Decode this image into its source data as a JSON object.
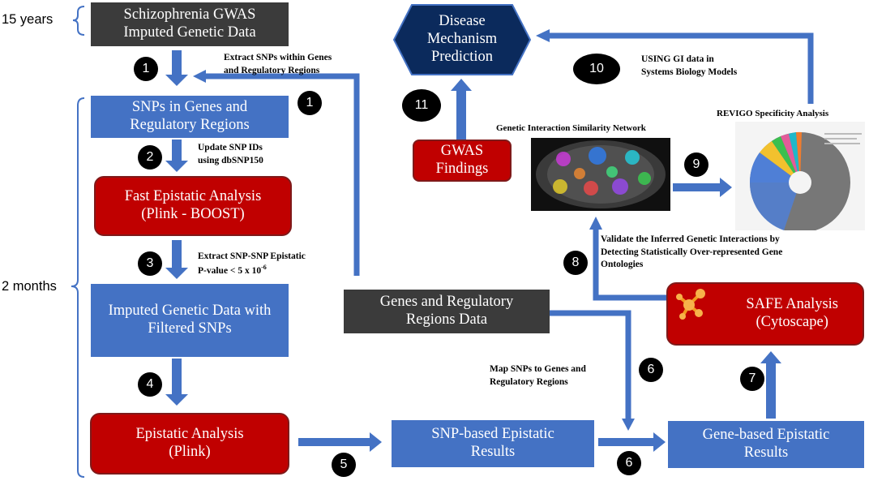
{
  "timeline": {
    "top_label": "15 years",
    "bottom_label": "2 months"
  },
  "boxes": {
    "gwas_data": "Schizophrenia GWAS\nImputed Genetic Data",
    "snps_genes": "SNPs in Genes and\nRegulatory Regions",
    "fast_epistatic": "Fast Epistatic Analysis\n(Plink - BOOST)",
    "imputed_filtered": "Imputed Genetic Data with\nFiltered SNPs",
    "epistatic_plink": "Epistatic Analysis\n(Plink)",
    "snp_results": "SNP-based Epistatic\nResults",
    "gene_results": "Gene-based Epistatic\nResults",
    "genes_reg_data": "Genes and Regulatory\nRegions Data",
    "safe": "SAFE Analysis\n(Cytoscape)",
    "gwas_findings": "GWAS\nFindings",
    "disease": "Disease\nMechanism\nPrediction"
  },
  "steps": {
    "s1a": "1",
    "s1b": "1",
    "s2": "2",
    "s3": "3",
    "s4": "4",
    "s5": "5",
    "s6a": "6",
    "s6b": "6",
    "s7": "7",
    "s8": "8",
    "s9": "9",
    "s10": "10",
    "s11": "11"
  },
  "notes": {
    "extract_snps": "Extract SNPs within Genes\nand Regulatory Regions",
    "update_ids": "Update SNP IDs\nusing dbSNP150",
    "extract_pvalue": "Extract SNP-SNP Epistatic\nP-value < 5 x 10",
    "pvalue_exp": "-6",
    "map_snps": "Map SNPs to Genes and\nRegulatory Regions",
    "validate": "Validate the Inferred Genetic Interactions by\nDetecting Statistically Over-represented Gene\nOntologies",
    "using_gi": "USING GI data in\nSystems Biology Models"
  },
  "titles": {
    "network": "Genetic Interaction Similarity Network",
    "revigo": "REVIGO Specificity Analysis"
  },
  "colors": {
    "blue_box": "#4472c4",
    "red_box": "#c00000",
    "dark_box": "#3b3b3b",
    "navy_hex": "#0b2a5c",
    "arrow": "#4472c4"
  },
  "icons": [
    "cytoscape-icon",
    "network-image",
    "revigo-pie-image"
  ]
}
